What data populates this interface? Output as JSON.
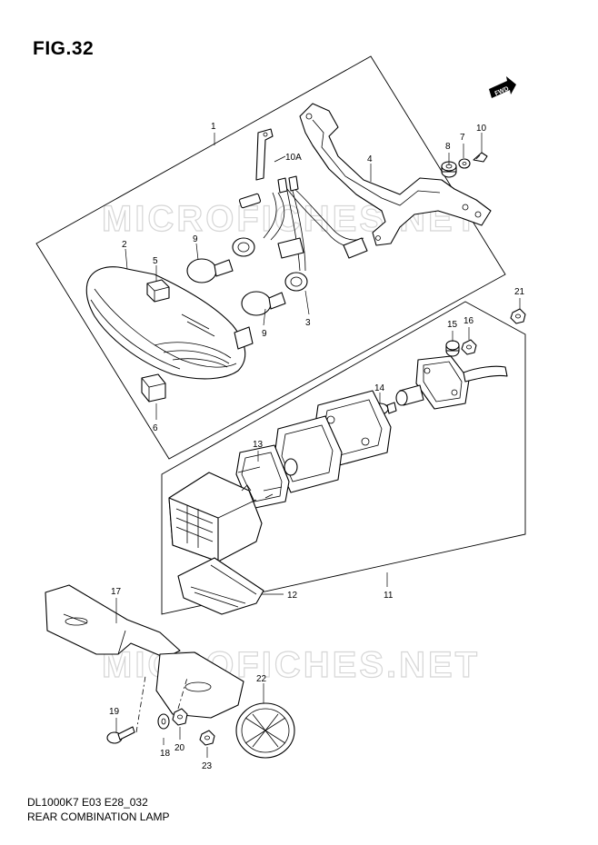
{
  "figure": {
    "title": "FIG.32",
    "footer_code": "DL1000K7 E03 E28_032",
    "footer_name": "REAR COMBINATION LAMP"
  },
  "watermark": {
    "text": "MICROFICHES.NET"
  },
  "direction_marker": {
    "label": "FWD",
    "icon": "fwd-arrow-icon"
  },
  "callouts": {
    "c1": "1",
    "c2": "2",
    "c3": "3",
    "c4": "4",
    "c5": "5",
    "c6": "6",
    "c7": "7",
    "c8": "8",
    "c9a": "9",
    "c9b": "9",
    "c10": "10",
    "c10a": "10A",
    "c11": "11",
    "c12": "12",
    "c13": "13",
    "c14": "14",
    "c15": "15",
    "c16": "16",
    "c17": "17",
    "c18": "18",
    "c19": "19",
    "c20": "20",
    "c21": "21",
    "c22": "22",
    "c23": "23"
  }
}
